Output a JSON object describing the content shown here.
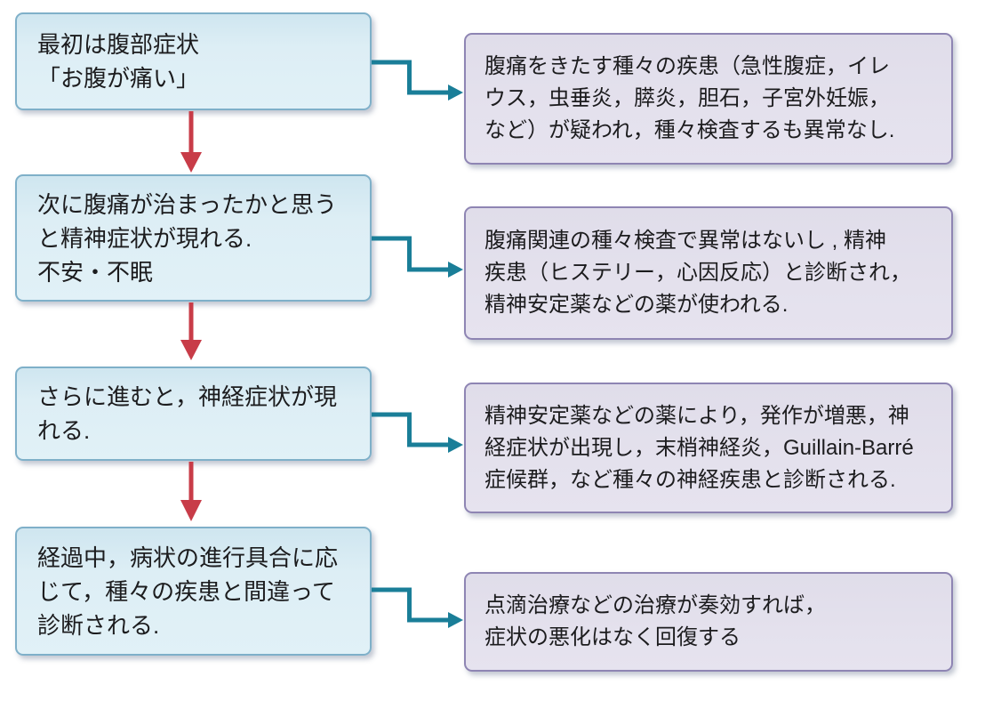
{
  "figure": {
    "type": "flowchart",
    "language": "ja",
    "rows": [
      {
        "stage": "最初は腹部症状\n「お腹が痛い」",
        "detail": "腹痛をきたす種々の疾患（急性腹症，イレ\nウス，虫垂炎，膵炎，胆石，子宮外妊娠，\nなど）が疑われ，種々検査するも異常なし."
      },
      {
        "stage": "次に腹痛が治まったかと思う\nと精神症状が現れる.\n不安・不眠",
        "detail": "腹痛関連の種々検査で異常はないし , 精神\n疾患（ヒステリー，心因反応）と診断され，\n精神安定薬などの薬が使われる."
      },
      {
        "stage": "さらに進むと，神経症状が現\nれる.",
        "detail": "精神安定薬などの薬により，発作が増悪，神\n経症状が出現し，末梢神経炎，Guillain-Barré\n症候群，など種々の神経疾患と診断される."
      },
      {
        "stage": "経過中，病状の進行具合に応\nじて，種々の疾患と間違って\n診断される.",
        "detail": "点滴治療などの治療が奏効すれば，\n症状の悪化はなく回復する"
      }
    ],
    "colors": {
      "stage_box_fill": "#ddeef5",
      "stage_box_border": "#7fb0c9",
      "detail_box_fill": "#e4e1ed",
      "detail_box_border": "#8e85b3",
      "down_arrow": "#c83c48",
      "connector_arrow": "#1a7e98",
      "text": "#1c1c1e"
    }
  }
}
